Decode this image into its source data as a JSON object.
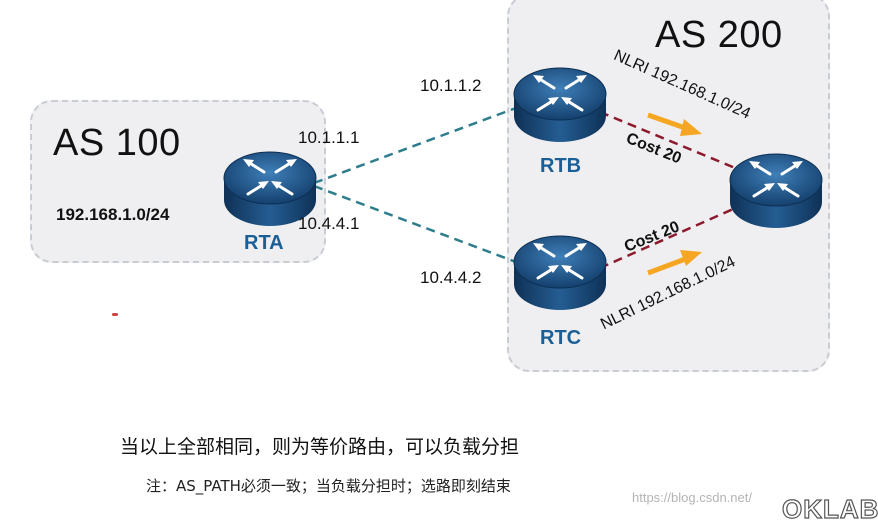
{
  "as100": {
    "label": "AS 100",
    "prefix": "192.168.1.0/24"
  },
  "as200": {
    "label": "AS 200"
  },
  "routers": {
    "rta": {
      "name": "RTA"
    },
    "rtb": {
      "name": "RTB"
    },
    "rtc": {
      "name": "RTC"
    },
    "right": {
      "name": ""
    }
  },
  "interfaces": {
    "rta_top": "10.1.1.1",
    "rta_bottom": "10.4.4.1",
    "rtb": "10.1.1.2",
    "rtc": "10.4.4.2"
  },
  "top_path": {
    "nlri": "NLRI 192.168.1.0/24",
    "cost": "Cost 20"
  },
  "bottom_path": {
    "nlri": "NLRI 192.168.1.0/24",
    "cost": "Cost 20"
  },
  "caption": "当以上全部相同，则为等价路由，可以负载分担",
  "note": "注：AS_PATH必须一致；当负载分担时；选路即刻结束",
  "watermark": "https://blog.csdn.net/",
  "logo": "OKLAB",
  "colors": {
    "link_blue": "#2e7d8c",
    "link_red": "#8c1a2c",
    "arrow_orange": "#f5a623",
    "router_label": "#1a5f96"
  }
}
